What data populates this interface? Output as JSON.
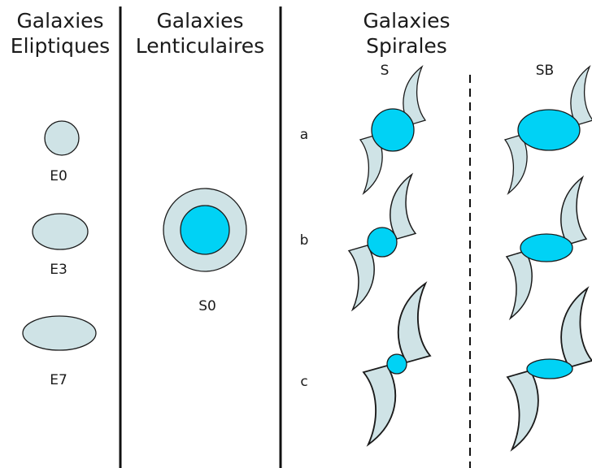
{
  "columns": {
    "elliptical": {
      "title_line1": "Galaxies",
      "title_line2": "Eliptiques"
    },
    "lenticular": {
      "title_line1": "Galaxies",
      "title_line2": "Lenticulaires"
    },
    "spiral": {
      "title_line1": "Galaxies",
      "title_line2": "Spirales"
    }
  },
  "spiral_subtypes": {
    "normal": "S",
    "barred": "SB"
  },
  "elliptical_labels": [
    "E0",
    "E3",
    "E7"
  ],
  "lenticular_label": "S0",
  "spiral_rows": [
    "a",
    "b",
    "c"
  ],
  "colors": {
    "disk_fill": "#cfe3e6",
    "core_fill": "#00d2f5",
    "outline": "#1a1a1a",
    "divider": "#111111",
    "background": "#ffffff"
  }
}
